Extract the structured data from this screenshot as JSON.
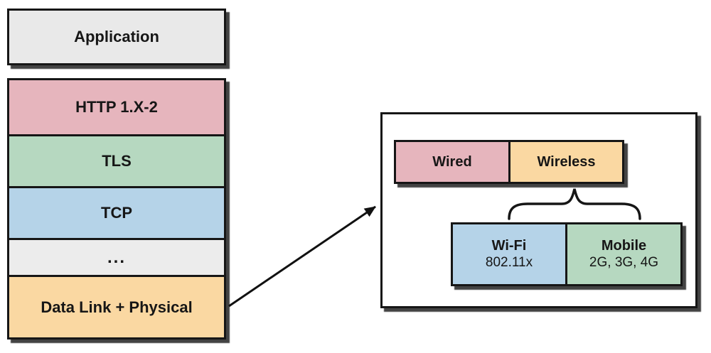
{
  "diagram": {
    "border_color": "#161616",
    "left_stack": {
      "application": {
        "label": "Application",
        "color": "#e9e9e9"
      },
      "layers": [
        {
          "label": "HTTP 1.X-2",
          "color": "#e6b5bd"
        },
        {
          "label": "TLS",
          "color": "#b6d8c0"
        },
        {
          "label": "TCP",
          "color": "#b5d3e8"
        },
        {
          "label": "...",
          "color": "#ececec"
        },
        {
          "label": "Data Link + Physical",
          "color": "#fad8a2"
        }
      ]
    },
    "detail_panel": {
      "top_row": [
        {
          "label": "Wired",
          "color": "#e6b5bd"
        },
        {
          "label": "Wireless",
          "color": "#fad8a2"
        }
      ],
      "bottom_row": [
        {
          "title": "Wi-Fi",
          "subtitle": "802.11x",
          "color": "#b5d3e8"
        },
        {
          "title": "Mobile",
          "subtitle": "2G, 3G, 4G",
          "color": "#b6d8c0"
        }
      ]
    }
  }
}
